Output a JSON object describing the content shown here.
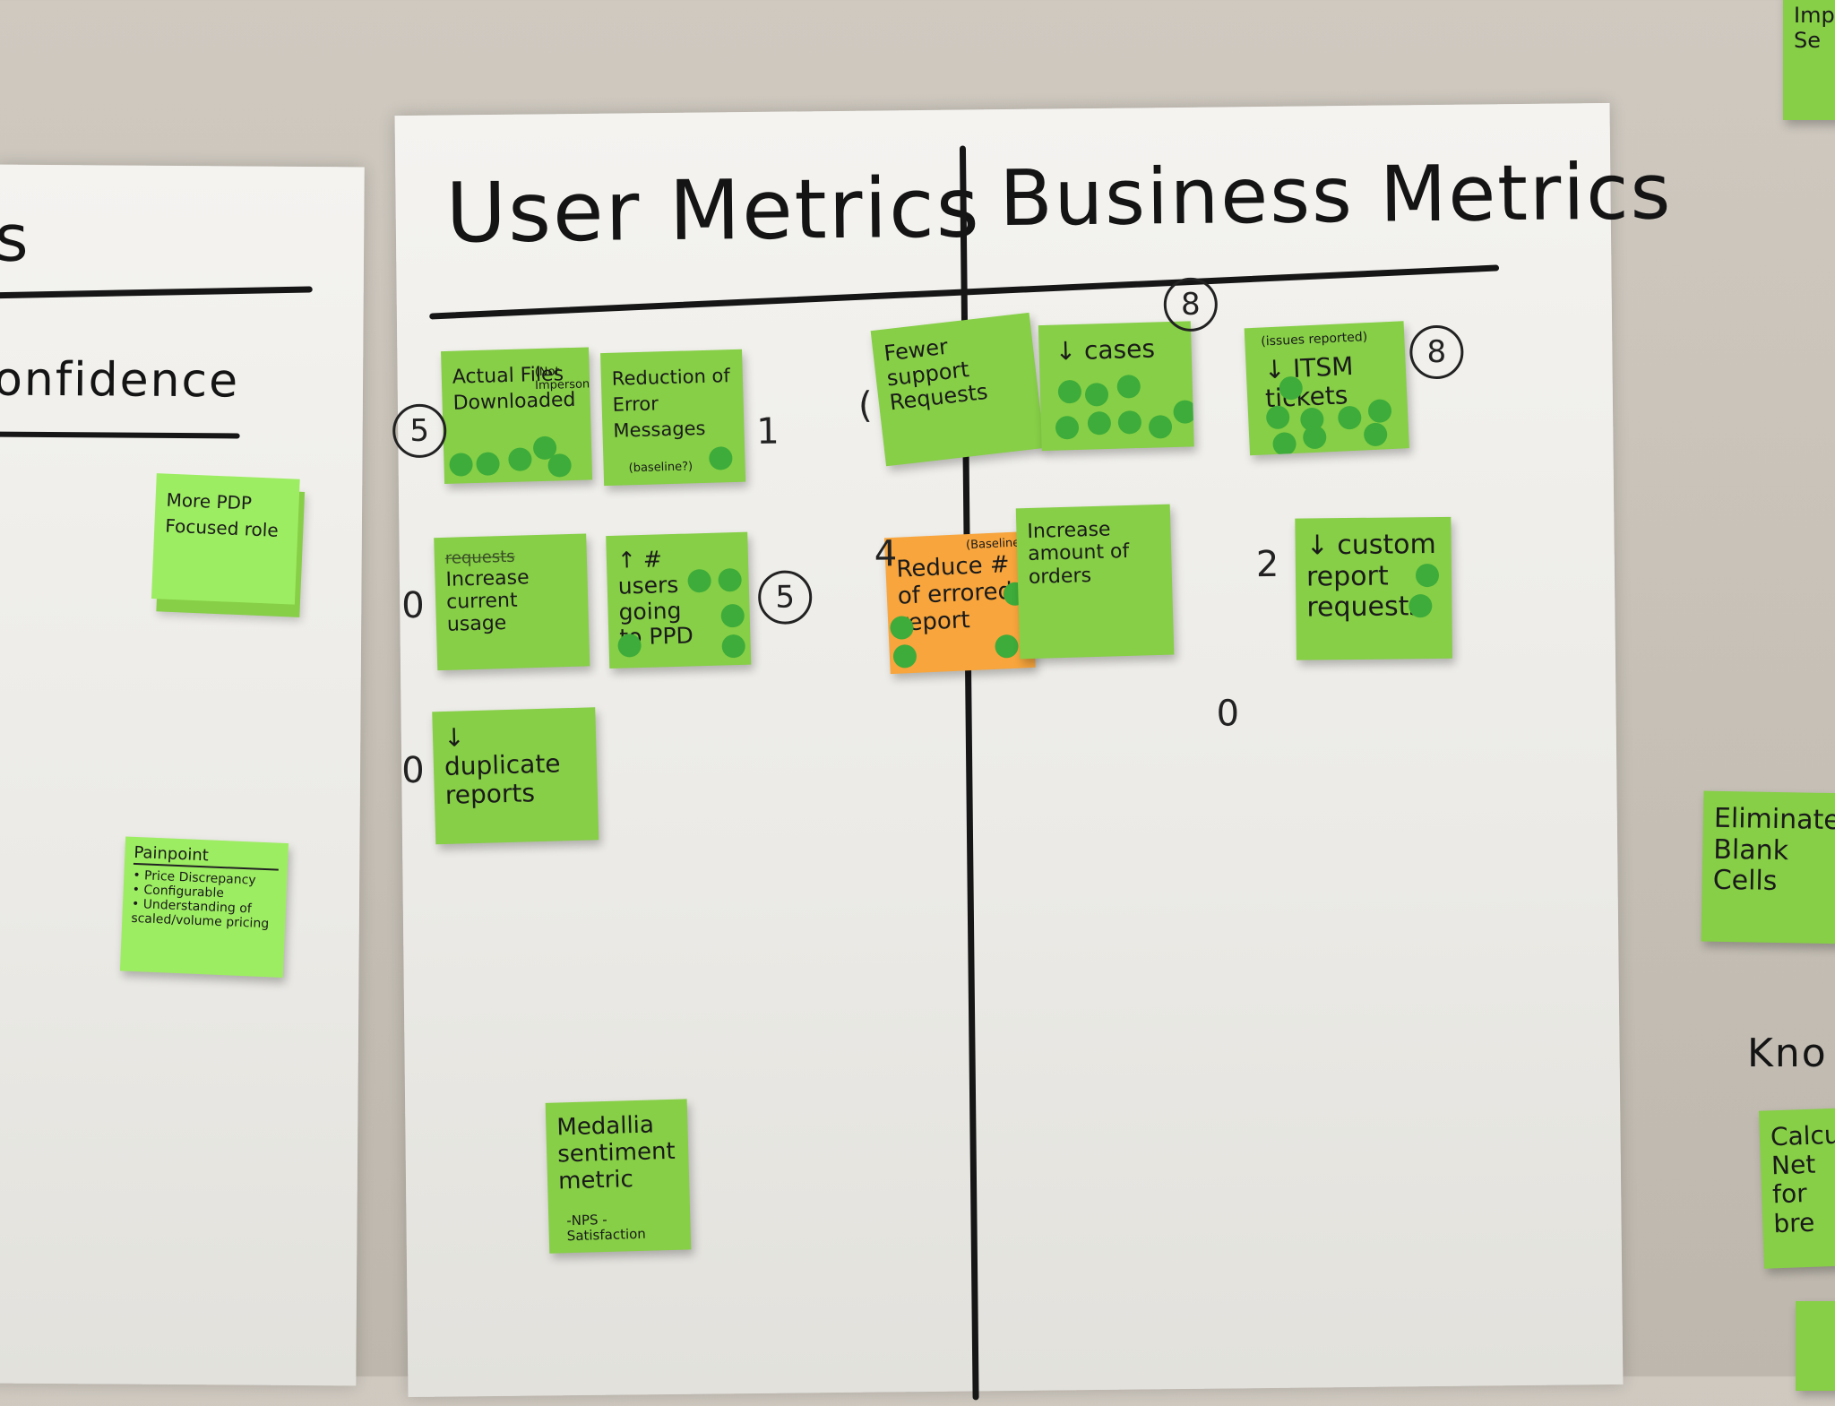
{
  "left_board": {
    "title_fragment": "s",
    "subtitle_fragment": "onfidence",
    "notes": [
      {
        "text": "More PDP Focused role"
      },
      {
        "title": "Painpoint",
        "items": [
          "• Price Discrepancy",
          "• Configurable",
          "• Understanding of scaled/volume pricing"
        ]
      }
    ]
  },
  "board": {
    "user_title": "User Metrics",
    "business_title": "Business Metrics"
  },
  "user_notes": [
    {
      "text": "Actual Files Downloaded",
      "aside": "(Not Impersonated)",
      "count": "5"
    },
    {
      "text": "Reduction of Error Messages",
      "aside": "(baseline?)",
      "count": "1"
    },
    {
      "text": "Increase current usage",
      "struck": "requests",
      "count": "0"
    },
    {
      "text": "↑ # users going to PPD",
      "count": "5"
    },
    {
      "text": "↓ duplicate reports",
      "count": "0"
    },
    {
      "text": "Medallia sentiment metric",
      "aside": "-NPS - Satisfaction"
    }
  ],
  "business_notes": [
    {
      "text": "Fewer support Requests",
      "count": "("
    },
    {
      "text": "↓ cases",
      "count": "8"
    },
    {
      "text": "↓ ITSM tickets",
      "aside": "(issues reported)",
      "count": "8"
    },
    {
      "text": "Reduce # of errored report",
      "aside": "(Baseline)",
      "count": "4"
    },
    {
      "text": "Increase amount of orders"
    },
    {
      "text": "↓ custom report requests",
      "count": "2"
    },
    {
      "text": "",
      "count": "0"
    }
  ],
  "right_edge": {
    "top_fragment": "Imp Se",
    "note_text": "Eliminate Blank Cells",
    "heading_fragment": "Kno",
    "bottom_note_fragment": "Calcu Net for bre"
  },
  "colors": {
    "green_note": "#86cf46",
    "lime_note": "#9ded62",
    "orange_note": "#f7a53c",
    "vote_dot": "#3dac3a"
  }
}
